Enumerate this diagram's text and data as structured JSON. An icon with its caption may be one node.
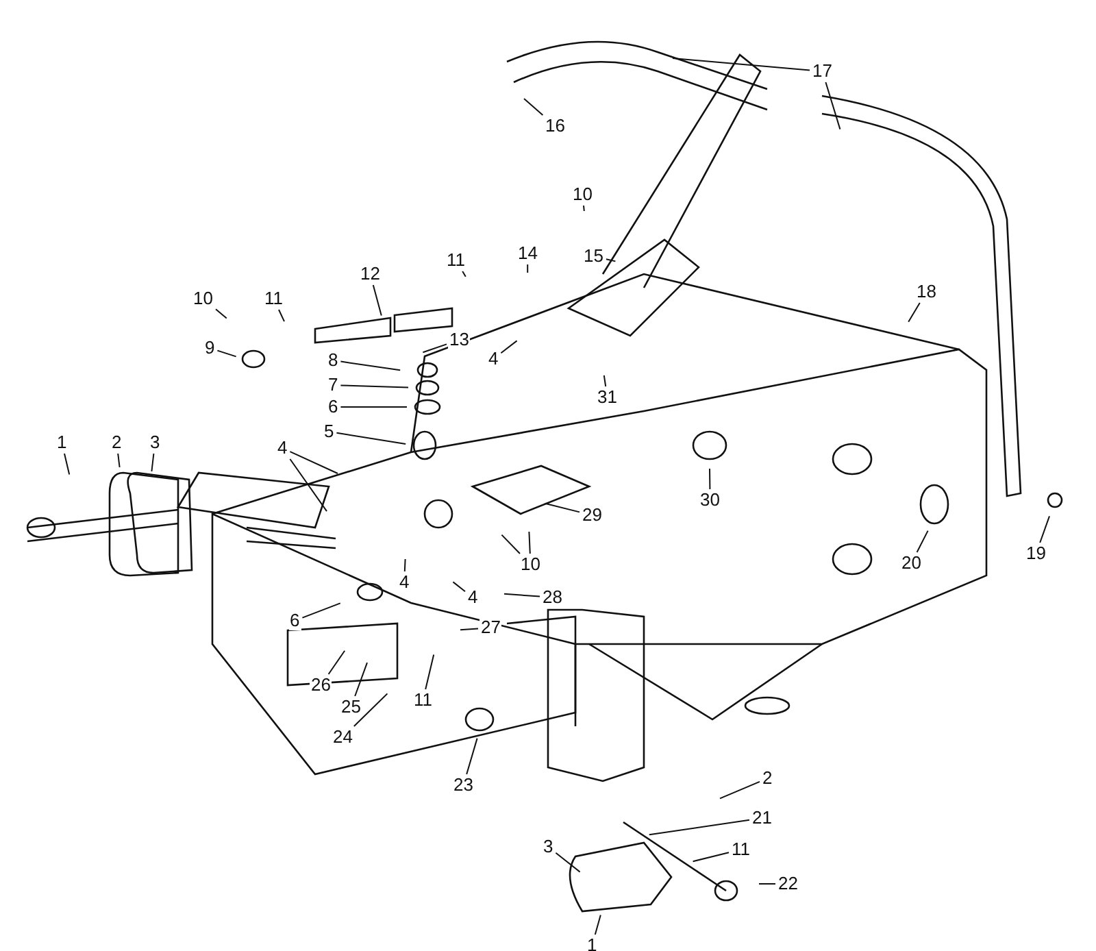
{
  "diagram": {
    "nodes": [
      {
        "text": [
          "17"
        ]
      },
      {
        "text": [
          "16"
        ]
      },
      {
        "text": [
          "10"
        ]
      },
      {
        "text": [
          "15"
        ]
      },
      {
        "text": [
          "14"
        ]
      },
      {
        "text": [
          "11"
        ]
      },
      {
        "text": [
          "12"
        ]
      },
      {
        "text": [
          "18"
        ]
      },
      {
        "text": [
          "10"
        ]
      },
      {
        "text": [
          "11"
        ]
      },
      {
        "text": [
          "13"
        ]
      },
      {
        "text": [
          "9"
        ]
      },
      {
        "text": [
          "4"
        ]
      },
      {
        "text": [
          "8"
        ]
      },
      {
        "text": [
          "7"
        ]
      },
      {
        "text": [
          "31"
        ]
      },
      {
        "text": [
          "6"
        ]
      },
      {
        "text": [
          "5"
        ]
      },
      {
        "text": [
          "1"
        ]
      },
      {
        "text": [
          "2"
        ]
      },
      {
        "text": [
          "3"
        ]
      },
      {
        "text": [
          "4"
        ]
      },
      {
        "text": [
          "30"
        ]
      },
      {
        "text": [
          "29"
        ]
      },
      {
        "text": [
          "19"
        ]
      },
      {
        "text": [
          "20"
        ]
      },
      {
        "text": [
          "10"
        ]
      },
      {
        "text": [
          "4"
        ]
      },
      {
        "text": [
          "4"
        ]
      },
      {
        "text": [
          "28"
        ]
      },
      {
        "text": [
          "6"
        ]
      },
      {
        "text": [
          "27"
        ]
      },
      {
        "text": [
          "26"
        ]
      },
      {
        "text": [
          "11"
        ]
      },
      {
        "text": [
          "25"
        ]
      },
      {
        "text": [
          "24"
        ]
      },
      {
        "text": [
          "2"
        ]
      },
      {
        "text": [
          "23"
        ]
      },
      {
        "text": [
          "21"
        ]
      },
      {
        "text": [
          "3"
        ]
      },
      {
        "text": [
          "11"
        ]
      },
      {
        "text": [
          "22"
        ]
      },
      {
        "text": [
          "1"
        ]
      }
    ],
    "edges": [
      {
        "from": 0,
        "to": null,
        "arrow": "none"
      },
      {
        "from": 0,
        "to": null,
        "arrow": "none"
      },
      {
        "from": 1,
        "to": null,
        "arrow": "none"
      },
      {
        "from": 2,
        "to": null,
        "arrow": "none"
      },
      {
        "from": 3,
        "to": null,
        "arrow": "none"
      },
      {
        "from": 4,
        "to": null,
        "arrow": "none"
      },
      {
        "from": 5,
        "to": null,
        "arrow": "none"
      },
      {
        "from": 6,
        "to": null,
        "arrow": "none"
      },
      {
        "from": 7,
        "to": null,
        "arrow": "none"
      },
      {
        "from": 8,
        "to": null,
        "arrow": "none"
      },
      {
        "from": 9,
        "to": null,
        "arrow": "none"
      },
      {
        "from": 10,
        "to": null,
        "arrow": "none"
      },
      {
        "from": 11,
        "to": null,
        "arrow": "none"
      },
      {
        "from": 12,
        "to": null,
        "arrow": "none"
      },
      {
        "from": 13,
        "to": null,
        "arrow": "none"
      },
      {
        "from": 14,
        "to": null,
        "arrow": "none"
      },
      {
        "from": 15,
        "to": null,
        "arrow": "none"
      },
      {
        "from": 16,
        "to": null,
        "arrow": "none"
      },
      {
        "from": 17,
        "to": null,
        "arrow": "none"
      },
      {
        "from": 18,
        "to": null,
        "arrow": "none"
      },
      {
        "from": 19,
        "to": null,
        "arrow": "none"
      },
      {
        "from": 20,
        "to": null,
        "arrow": "none"
      },
      {
        "from": 21,
        "to": null,
        "arrow": "none"
      },
      {
        "from": 21,
        "to": null,
        "arrow": "none"
      },
      {
        "from": 22,
        "to": null,
        "arrow": "none"
      },
      {
        "from": 23,
        "to": null,
        "arrow": "none"
      },
      {
        "from": 24,
        "to": null,
        "arrow": "none"
      },
      {
        "from": 25,
        "to": null,
        "arrow": "none"
      },
      {
        "from": 26,
        "to": null,
        "arrow": "none"
      },
      {
        "from": 26,
        "to": null,
        "arrow": "none"
      },
      {
        "from": 27,
        "to": null,
        "arrow": "none"
      },
      {
        "from": 28,
        "to": null,
        "arrow": "none"
      },
      {
        "from": 29,
        "to": null,
        "arrow": "none"
      },
      {
        "from": 30,
        "to": null,
        "arrow": "none"
      },
      {
        "from": 31,
        "to": null,
        "arrow": "none"
      },
      {
        "from": 32,
        "to": null,
        "arrow": "none"
      },
      {
        "from": 33,
        "to": null,
        "arrow": "none"
      },
      {
        "from": 34,
        "to": null,
        "arrow": "none"
      },
      {
        "from": 35,
        "to": null,
        "arrow": "none"
      },
      {
        "from": 36,
        "to": null,
        "arrow": "none"
      },
      {
        "from": 37,
        "to": null,
        "arrow": "none"
      },
      {
        "from": 38,
        "to": null,
        "arrow": "none"
      },
      {
        "from": 39,
        "to": null,
        "arrow": "none"
      },
      {
        "from": 40,
        "to": null,
        "arrow": "none"
      },
      {
        "from": 41,
        "to": null,
        "arrow": "none"
      },
      {
        "from": 42,
        "to": null,
        "arrow": "none"
      }
    ]
  }
}
